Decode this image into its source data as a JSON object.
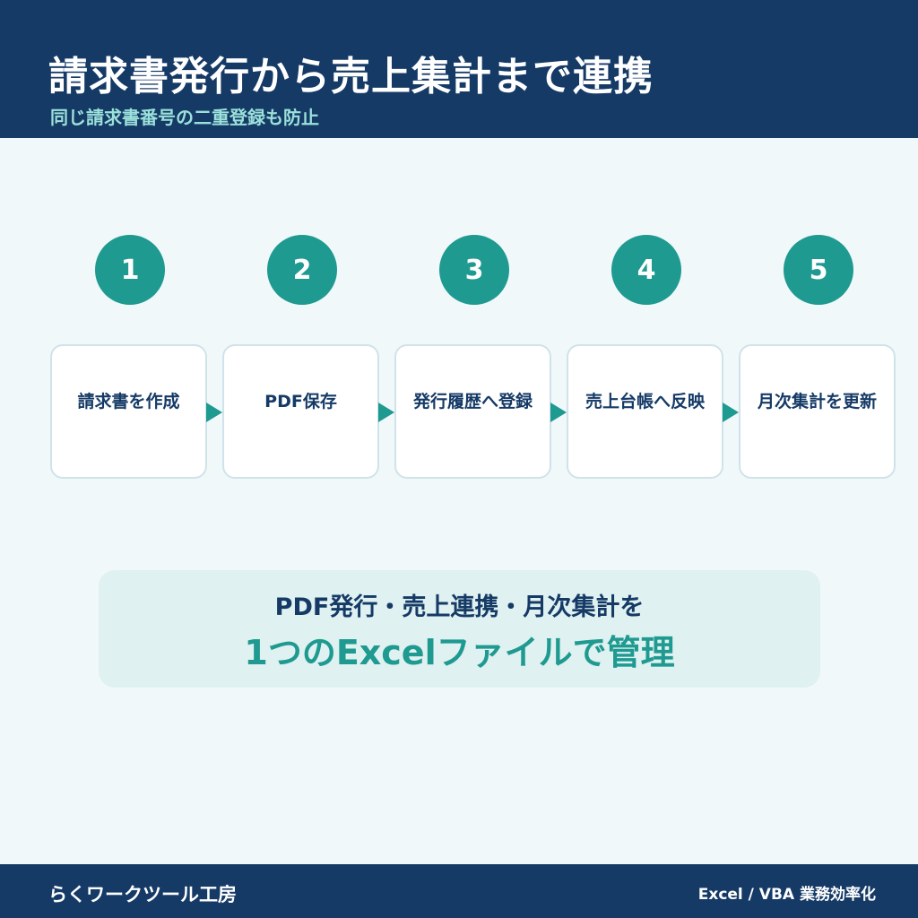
{
  "header": {
    "title": "請求書発行から売上集計まで連携",
    "subtitle": "同じ請求書番号の二重登録も防止"
  },
  "steps": [
    {
      "number": "1",
      "label": "請求書を作成"
    },
    {
      "number": "2",
      "label": "PDF保存"
    },
    {
      "number": "3",
      "label": "発行履歴へ登録"
    },
    {
      "number": "4",
      "label": "売上台帳へ反映"
    },
    {
      "number": "5",
      "label": "月次集計を更新"
    }
  ],
  "summary": {
    "line1": "PDF発行・売上連携・月次集計を",
    "line2": "1つのExcelファイルで管理"
  },
  "footer": {
    "brand": "らくワークツール工房",
    "tagline": "Excel / VBA 業務効率化"
  },
  "colors": {
    "navy": "#153a66",
    "teal": "#1e9a91",
    "background": "#f1f8fa",
    "summary_bg": "#dff1f0",
    "subtitle": "#9be0da"
  }
}
